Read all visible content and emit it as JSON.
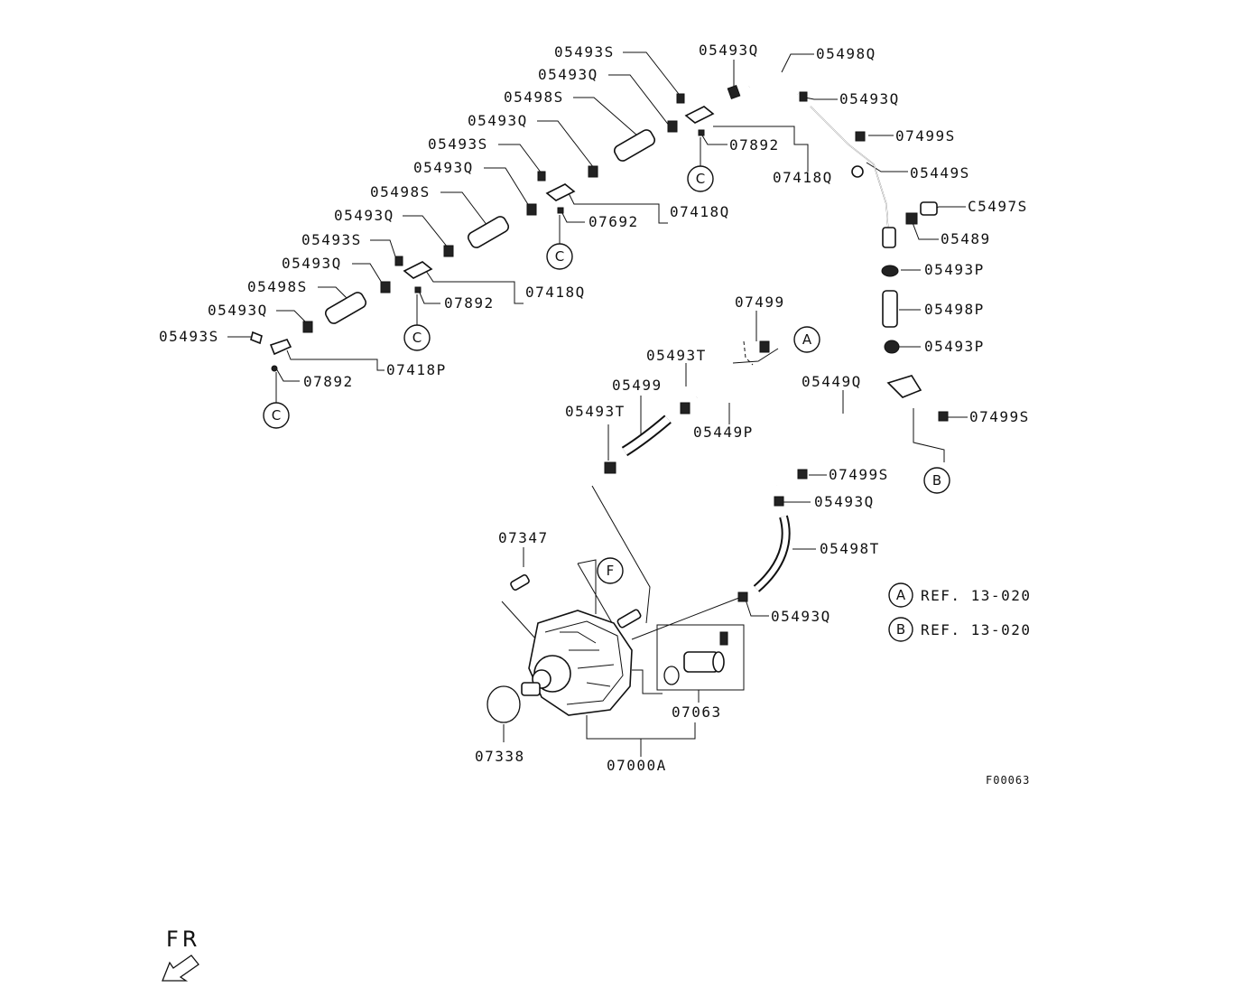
{
  "labels": {
    "l01": "05493S",
    "l02": "05493Q",
    "l03": "05498Q",
    "l04": "05493Q",
    "l05": "05493Q",
    "l06": "05498S",
    "l07": "05493Q",
    "l08": "07892",
    "l09": "07418Q",
    "l10": "07499S",
    "l11": "05493S",
    "l12": "05449S",
    "l13": "05493Q",
    "l14": "C5497S",
    "l15": "05498S",
    "l16": "07418Q",
    "l17": "07692",
    "l18": "05489",
    "l19": "05493Q",
    "l20": "05493S",
    "l21": "05493P",
    "l22": "05493Q",
    "l23": "07418Q",
    "l24": "05498S",
    "l25": "07892",
    "l26": "05498P",
    "l27": "05493Q",
    "l28": "07499",
    "l29": "05493S",
    "l30": "05493P",
    "l31": "07418P",
    "l32": "05493T",
    "l33": "07892",
    "l34": "05499",
    "l35": "05449Q",
    "l36": "05493T",
    "l37": "07499S",
    "l38": "05449P",
    "l39": "07499S",
    "l40": "05493Q",
    "l41": "07347",
    "l42": "05498T",
    "l43": "05493Q",
    "l44": "07063",
    "l45": "07338",
    "l46": "07000A"
  },
  "callouts": {
    "a": "A",
    "b": "B",
    "c": "C",
    "f": "F"
  },
  "references": [
    {
      "letter": "A",
      "text": "REF. 13-020"
    },
    {
      "letter": "B",
      "text": "REF. 13-020"
    }
  ],
  "figure_code": "F00063",
  "direction": {
    "text": "FR"
  }
}
